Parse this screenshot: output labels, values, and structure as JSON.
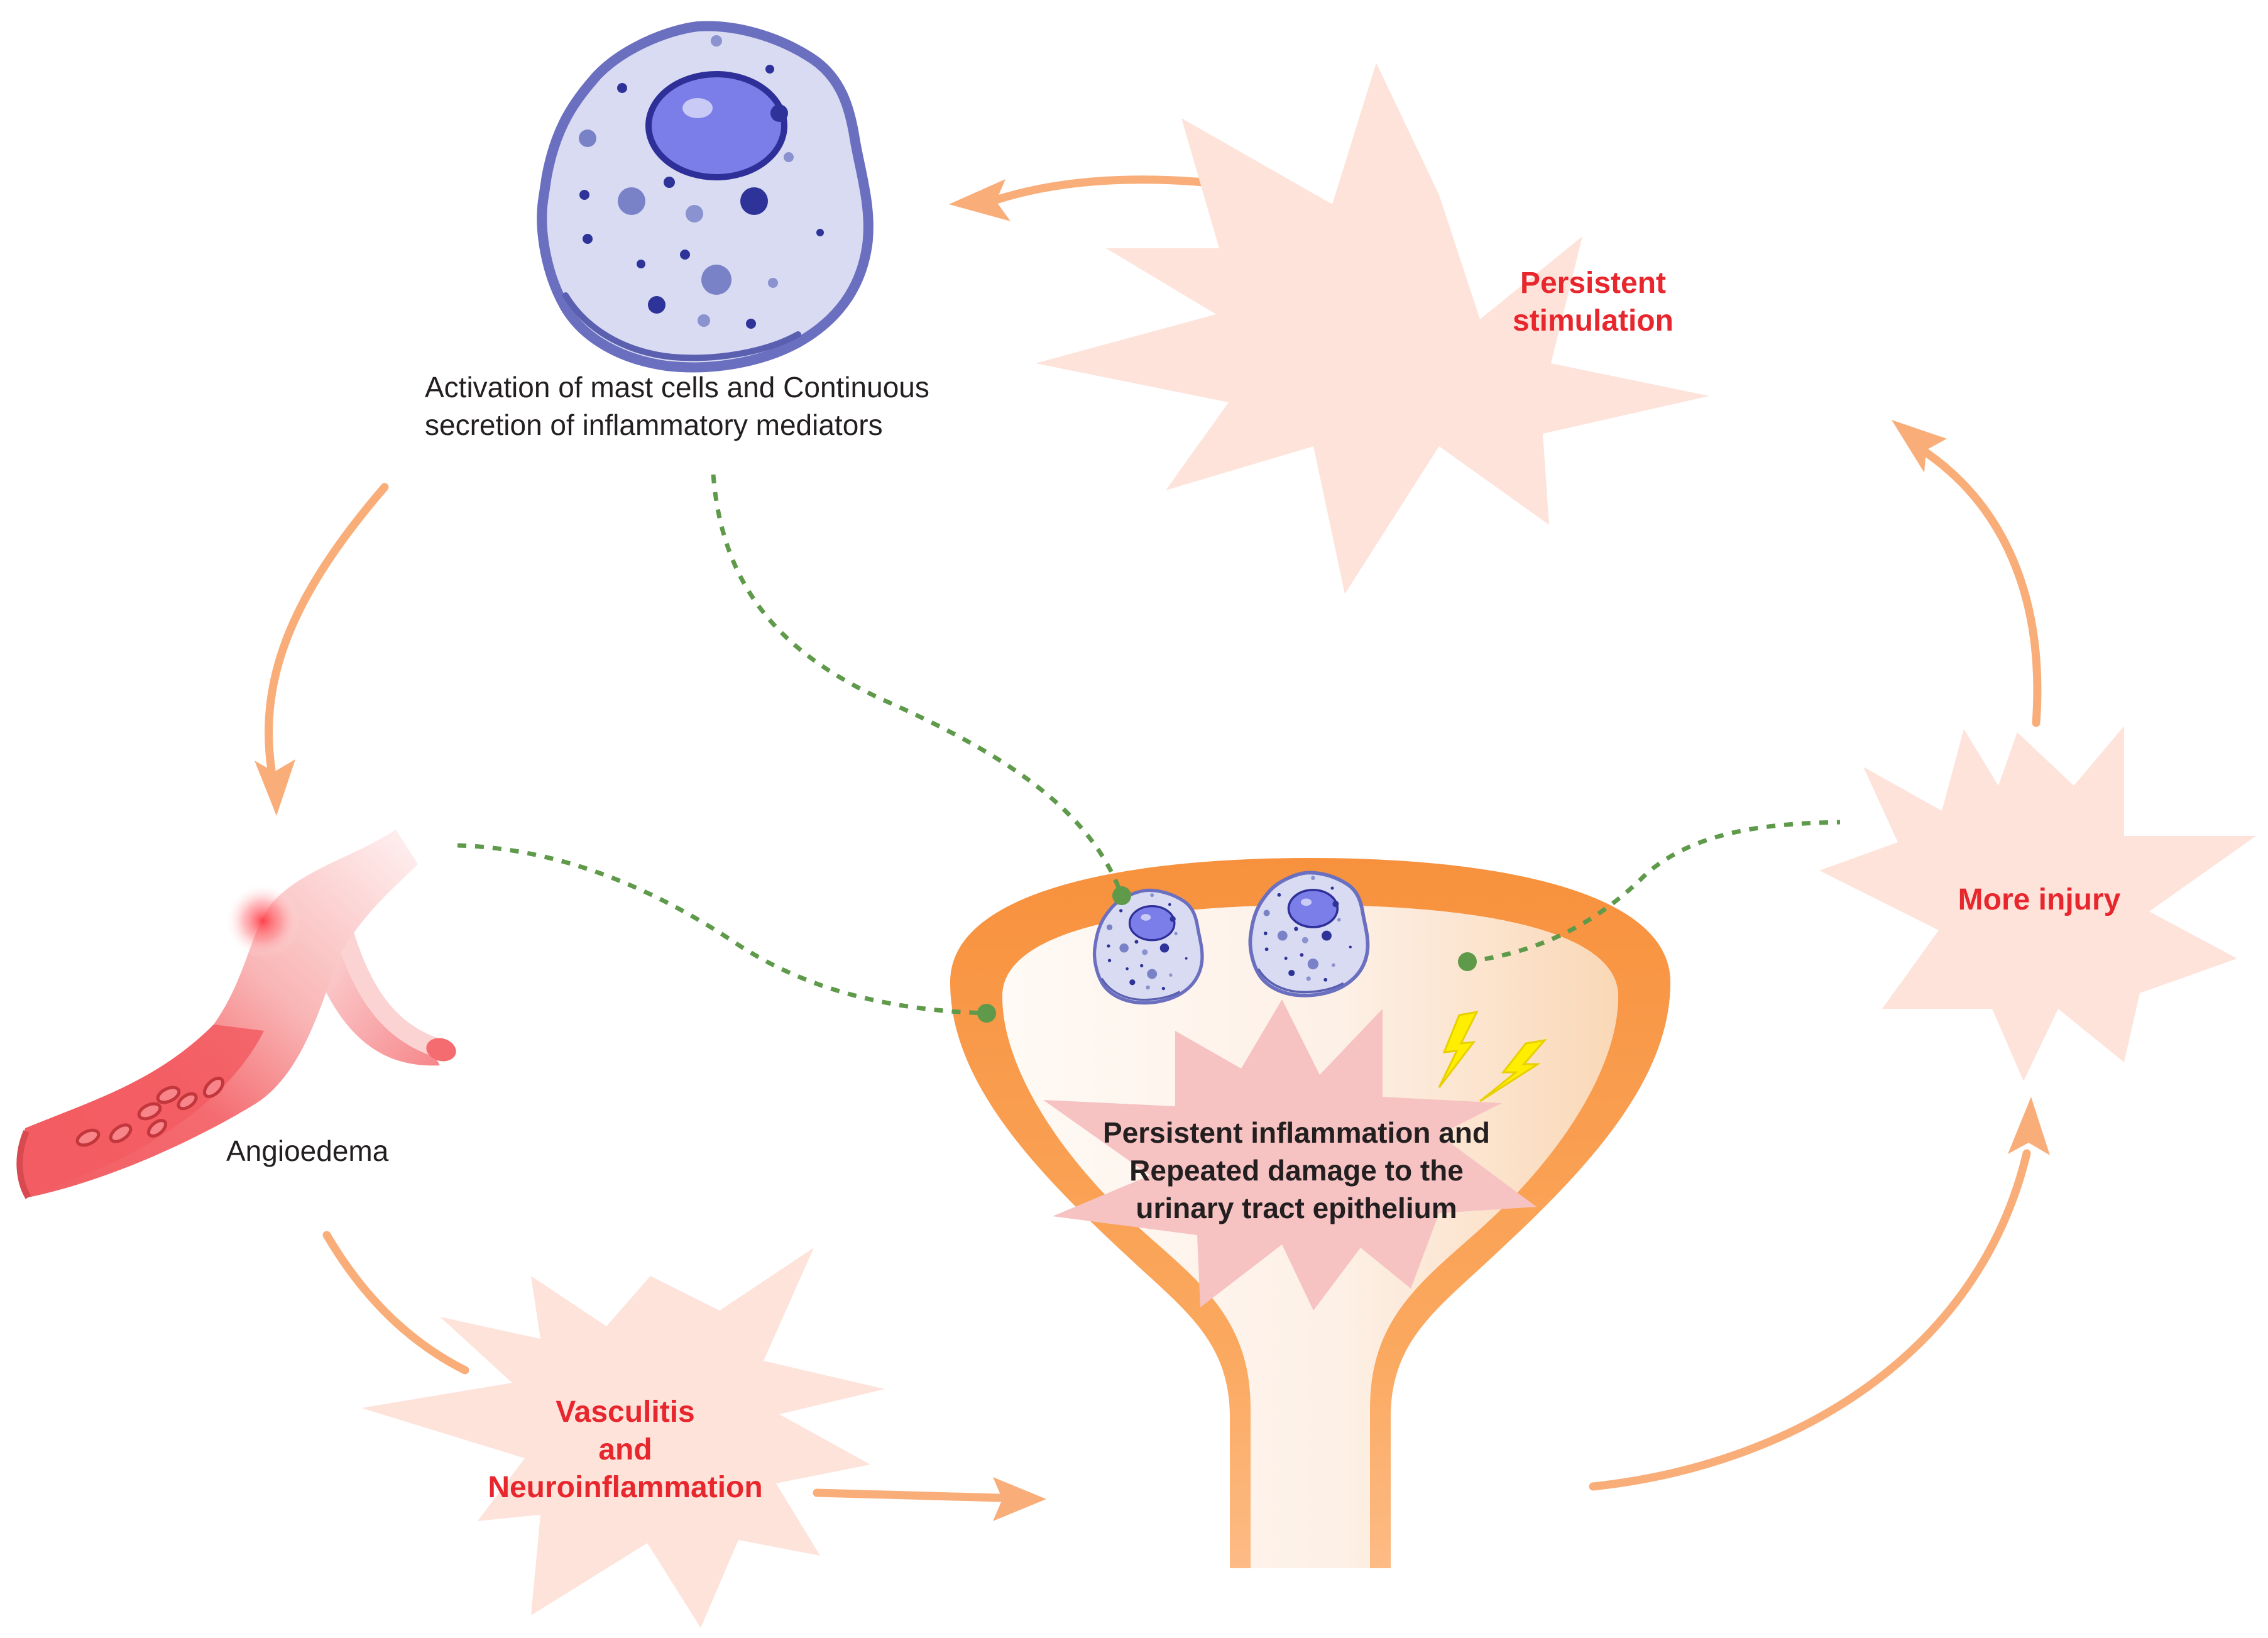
{
  "labels": {
    "mast_cell_line1": "Activation of mast cells and Continuous",
    "mast_cell_line2": "secretion of inflammatory mediators",
    "persistent_stimulation_line1": "Persistent",
    "persistent_stimulation_line2": "stimulation",
    "more_injury": "More injury",
    "angioedema": "Angioedema",
    "vasculitis_line1": "Vasculitis",
    "vasculitis_line2": "and",
    "vasculitis_line3": "Neuroinflammation",
    "bladder_line1": "Persistent inflammation and",
    "bladder_line2": "Repeated damage to the",
    "bladder_line3": "urinary tract epithelium"
  },
  "colors": {
    "arrow": "#f9ae7a",
    "burst_fill": "#fde3da",
    "inner_burst": "#f6c2c2",
    "label_red": "#e8262d",
    "bladder_wall": "#f7913d",
    "mast_cell_outline": "#6b6fbf",
    "mast_cell_body": "#d8dbf2",
    "nucleus": "#7b7de8",
    "dotted_line": "#5e9a4a",
    "vessel": "#f4646a",
    "lightning": "#ffee00"
  },
  "icons": {
    "mast_cell": "mast-cell-icon",
    "vessel": "blood-vessel-icon",
    "bladder": "bladder-icon",
    "lightning": "lightning-icon"
  }
}
